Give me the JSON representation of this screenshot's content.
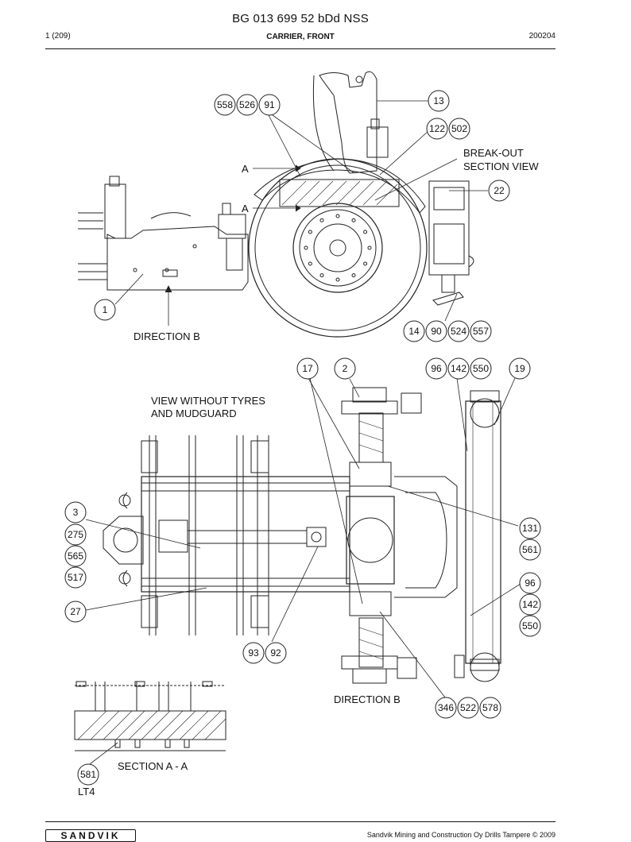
{
  "header": {
    "title": "BG 013 699 52 bDd NSS",
    "page": "1 (209)",
    "section": "CARRIER, FRONT",
    "date": "200204"
  },
  "labels": {
    "section_a_upper": "A",
    "section_a_lower": "A",
    "breakout_line1": "BREAK-OUT",
    "breakout_line2": "SECTION VIEW",
    "direction_b_top": "DIRECTION B",
    "view_line1": "VIEW WITHOUT TYRES",
    "view_line2": "AND MUDGUARD",
    "direction_b_bottom": "DIRECTION B",
    "section_aa": "SECTION A - A",
    "lt4": "LT4"
  },
  "callouts": {
    "c558": "558",
    "c526": "526",
    "c91": "91",
    "c13": "13",
    "c122": "122",
    "c502": "502",
    "c22": "22",
    "c1": "1",
    "c14": "14",
    "c90": "90",
    "c524": "524",
    "c557": "557",
    "c17": "17",
    "c2": "2",
    "c96a": "96",
    "c142a": "142",
    "c550a": "550",
    "c19": "19",
    "c3": "3",
    "c275": "275",
    "c565": "565",
    "c517": "517",
    "c27": "27",
    "c131": "131",
    "c561": "561",
    "c96b": "96",
    "c142b": "142",
    "c550b": "550",
    "c93": "93",
    "c92": "92",
    "c346": "346",
    "c522": "522",
    "c578": "578",
    "c581": "581"
  },
  "footer": {
    "logo": "SANDVIK",
    "copyright": "Sandvik Mining and Construction Oy Drills Tampere © 2009"
  }
}
